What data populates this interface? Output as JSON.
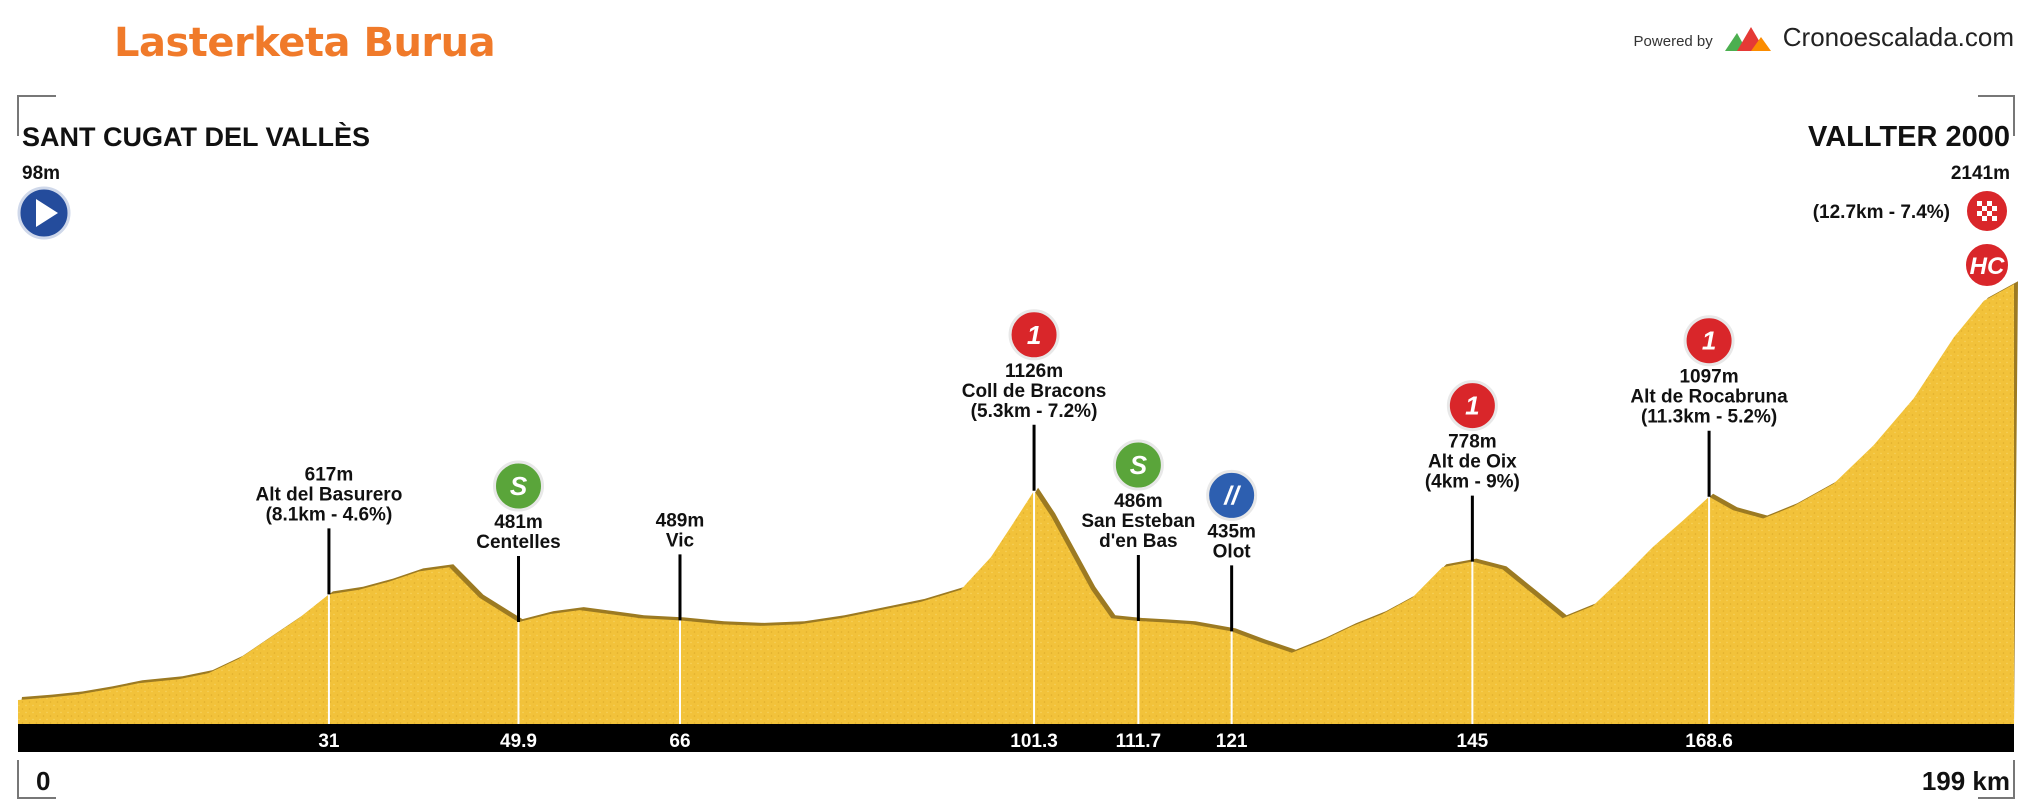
{
  "header": {
    "title": "Lasterketa Burua",
    "powered_by": "Powered by",
    "brand": "Cronoescalada.com"
  },
  "chart_data": {
    "type": "area",
    "start": {
      "name": "SANT CUGAT DEL VALLÈS",
      "elevation": "98m",
      "km_label": "0"
    },
    "finish": {
      "name": "VALLTER 2000",
      "elevation": "2141m",
      "climb": "(12.7km - 7.4%)",
      "km_label": "199 km",
      "category": "HC"
    },
    "xlim": [
      0,
      199
    ],
    "profile": [
      [
        0,
        98
      ],
      [
        3,
        110
      ],
      [
        6,
        125
      ],
      [
        9,
        150
      ],
      [
        12,
        180
      ],
      [
        16,
        200
      ],
      [
        19,
        230
      ],
      [
        22,
        300
      ],
      [
        25,
        400
      ],
      [
        28,
        500
      ],
      [
        31,
        617
      ],
      [
        34,
        640
      ],
      [
        37,
        680
      ],
      [
        40,
        730
      ],
      [
        43,
        750
      ],
      [
        46,
        600
      ],
      [
        49.9,
        481
      ],
      [
        53,
        520
      ],
      [
        56,
        540
      ],
      [
        59,
        520
      ],
      [
        62,
        500
      ],
      [
        66,
        489
      ],
      [
        70,
        470
      ],
      [
        74,
        462
      ],
      [
        78,
        470
      ],
      [
        82,
        500
      ],
      [
        86,
        540
      ],
      [
        90,
        580
      ],
      [
        94,
        640
      ],
      [
        97,
        800
      ],
      [
        99,
        950
      ],
      [
        101.3,
        1126
      ],
      [
        103,
        1000
      ],
      [
        105,
        820
      ],
      [
        107,
        640
      ],
      [
        109,
        500
      ],
      [
        111.7,
        486
      ],
      [
        114,
        480
      ],
      [
        117,
        470
      ],
      [
        121,
        435
      ],
      [
        124,
        380
      ],
      [
        127,
        330
      ],
      [
        130,
        390
      ],
      [
        133,
        460
      ],
      [
        136,
        520
      ],
      [
        139,
        600
      ],
      [
        142,
        750
      ],
      [
        145,
        778
      ],
      [
        148,
        740
      ],
      [
        151,
        620
      ],
      [
        154,
        500
      ],
      [
        157,
        560
      ],
      [
        160,
        700
      ],
      [
        163,
        850
      ],
      [
        166,
        980
      ],
      [
        168.6,
        1097
      ],
      [
        171,
        1030
      ],
      [
        174,
        990
      ],
      [
        177,
        1050
      ],
      [
        181,
        1160
      ],
      [
        185,
        1350
      ],
      [
        189,
        1580
      ],
      [
        193,
        1880
      ],
      [
        196,
        2060
      ],
      [
        199,
        2141
      ]
    ],
    "points": [
      {
        "km": "31",
        "x": 31,
        "elev": 617,
        "elevation": "617m",
        "name": "Alt del Basurero",
        "detail": "(8.1km - 4.6%)",
        "icon": "none"
      },
      {
        "km": "49.9",
        "x": 49.9,
        "elev": 481,
        "elevation": "481m",
        "name": "Centelles",
        "detail": "",
        "icon": "sprint",
        "badge": "S"
      },
      {
        "km": "66",
        "x": 66,
        "elev": 489,
        "elevation": "489m",
        "name": "Vic",
        "detail": "",
        "icon": "none"
      },
      {
        "km": "101.3",
        "x": 101.3,
        "elev": 1126,
        "elevation": "1126m",
        "name": "Coll de Bracons",
        "detail": "(5.3km - 7.2%)",
        "icon": "climb",
        "badge": "1"
      },
      {
        "km": "111.7",
        "x": 111.7,
        "elev": 486,
        "elevation": "486m",
        "name": "San Esteban",
        "name2": "d'en Bas",
        "detail": "",
        "icon": "sprint",
        "badge": "S"
      },
      {
        "km": "121",
        "x": 121,
        "elev": 435,
        "elevation": "435m",
        "name": "Olot",
        "detail": "",
        "icon": "feed",
        "badge": "//"
      },
      {
        "km": "145",
        "x": 145,
        "elev": 778,
        "elevation": "778m",
        "name": "Alt de Oix",
        "detail": "(4km - 9%)",
        "icon": "climb",
        "badge": "1"
      },
      {
        "km": "168.6",
        "x": 168.6,
        "elev": 1097,
        "elevation": "1097m",
        "name": "Alt de Rocabruna",
        "detail": "(11.3km - 5.2%)",
        "icon": "climb",
        "badge": "1"
      }
    ],
    "colors": {
      "fill": "#f2c23a",
      "shade": "#9c7a22",
      "bar": "#000000",
      "climb": "#d9262a",
      "sprint": "#5aa53a",
      "feed": "#2d5fb0",
      "start": "#244c9c",
      "title": "#f07a2a"
    }
  }
}
